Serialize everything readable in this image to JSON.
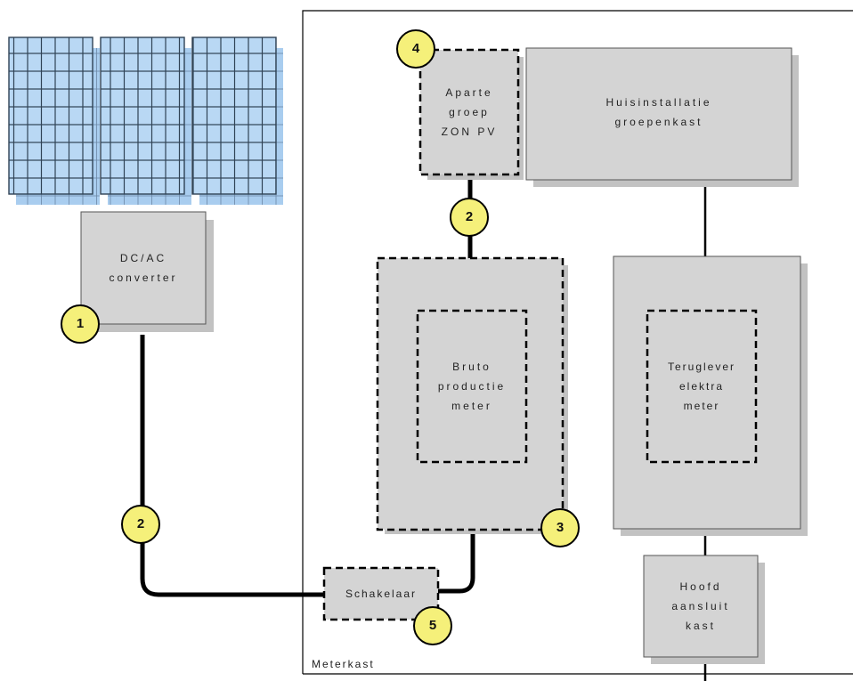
{
  "components": {
    "converter": "DC/AC\nconverter",
    "separate_group": "Aparte\ngroep\nZON PV",
    "house_panel": "Huisinstallatie\ngroepenkast",
    "gross_meter": "Bruto\nproductie\nmeter",
    "return_meter": "Teruglever\nelektra\nmeter",
    "switch": "Schakelaar",
    "main_connection": "Hoofd\naansluit\nkast"
  },
  "enclosure_label": "Meterkast",
  "markers": {
    "m1": "1",
    "m2_cable": "2",
    "m2_top": "2",
    "m3": "3",
    "m4": "4",
    "m5": "5"
  },
  "colors": {
    "panel_fill": "#a9cdef",
    "box_fill": "#d4d4d4",
    "shadow": "#c2c2c2",
    "marker_fill": "#f5f07a",
    "line": "#000000"
  }
}
